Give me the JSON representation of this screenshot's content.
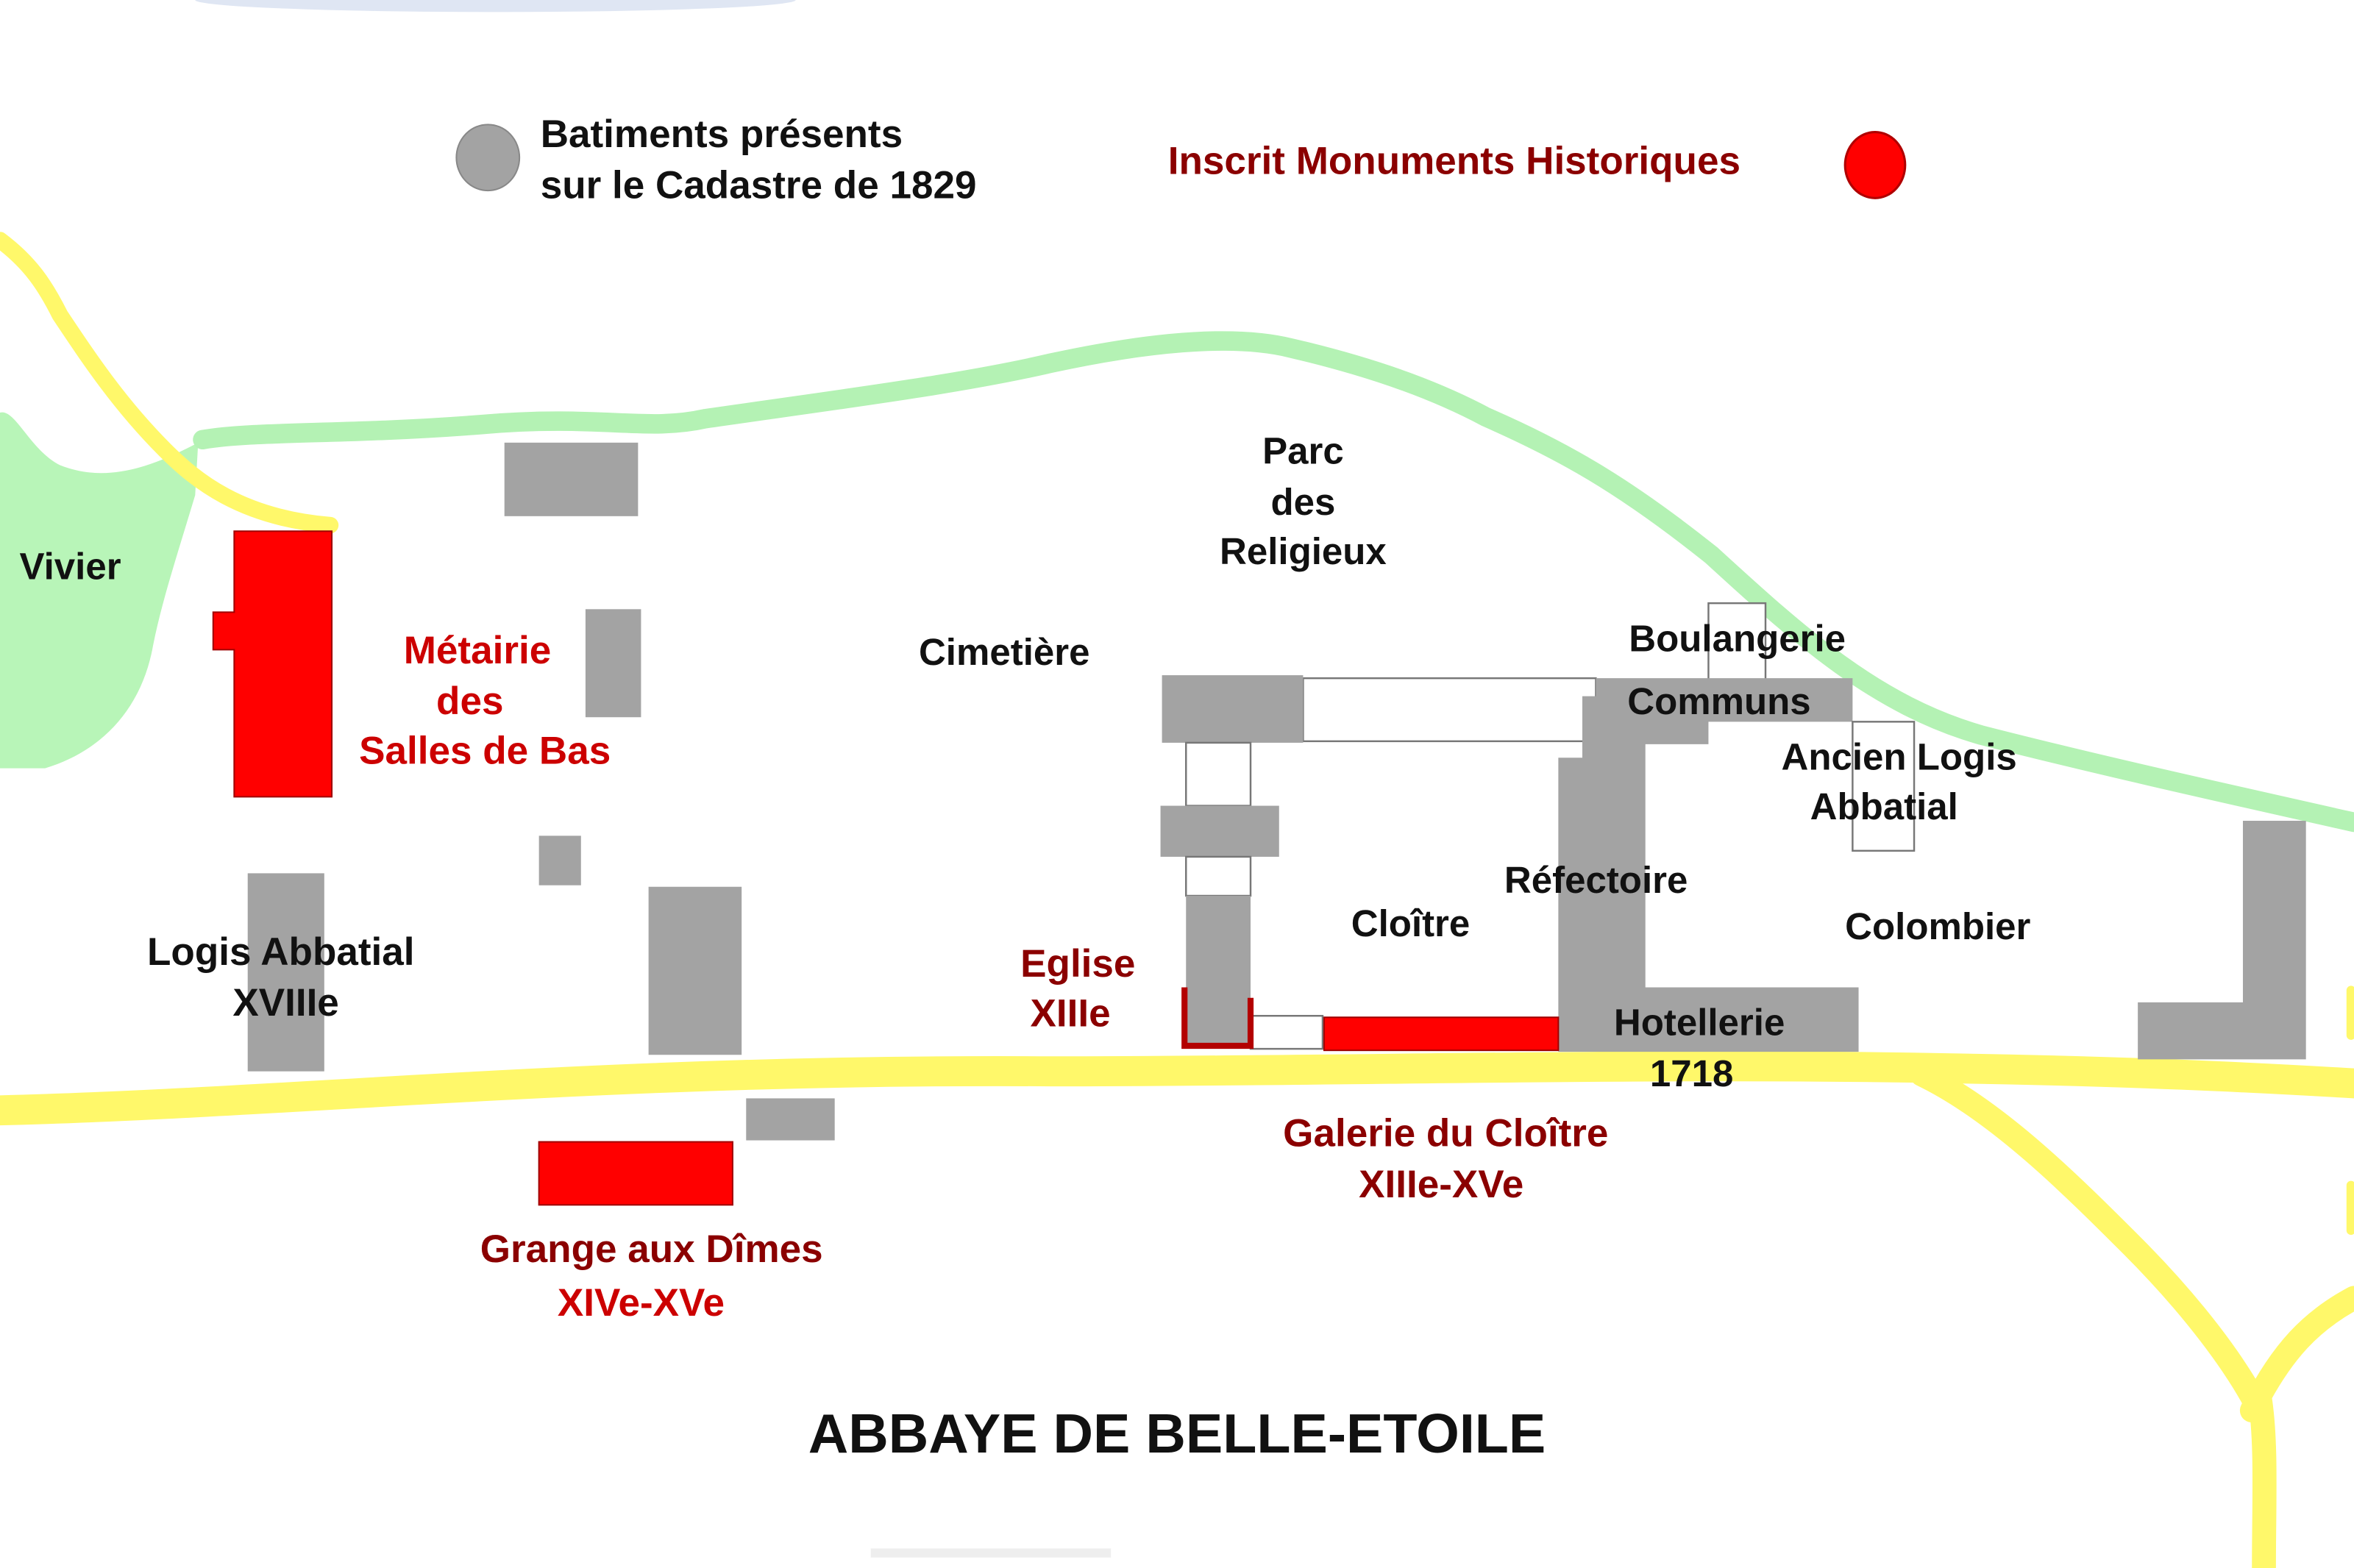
{
  "title": "ABBAYE DE BELLE-ETOILE",
  "legend": {
    "gray_label_line1": "Batiments présents",
    "gray_label_line2": "sur le Cadastre de 1829",
    "gray_color": "#a3a3a3",
    "red_label": "Inscrit Monuments Historiques",
    "red_color": "#ff0000"
  },
  "colors": {
    "road": "#fff86a",
    "stream": "#b4f2b4",
    "pond": "#b8f5b8",
    "building_gray": "#a3a3a3",
    "building_red": "#ff0000",
    "label_red": "#cc0000",
    "label_darkred": "#8b0000"
  },
  "labels": {
    "vivier": "Vivier",
    "metairie_1": "Métairie",
    "metairie_2": "des",
    "metairie_3": "Salles de Bas",
    "logis_abbatial_1": "Logis Abbatial",
    "logis_abbatial_2": "XVIIIe",
    "cimetiere": "Cimetière",
    "parc_1": "Parc",
    "parc_2": "des",
    "parc_3": "Religieux",
    "boulangerie": "Boulangerie",
    "communs": "Communs",
    "ancien_logis_1": "Ancien Logis",
    "ancien_logis_2": "Abbatial",
    "refectoire": "Réfectoire",
    "cloitre": "Cloître",
    "colombier": "Colombier",
    "eglise_1": "Eglise",
    "eglise_2": "XIIIe",
    "hotellerie_1": "Hotellerie",
    "hotellerie_2": "1718",
    "galerie_1": "Galerie du Cloître",
    "galerie_2": "XIIIe-XVe",
    "grange_1": "Grange aux Dîmes",
    "grange_2": "XIVe-XVe"
  }
}
